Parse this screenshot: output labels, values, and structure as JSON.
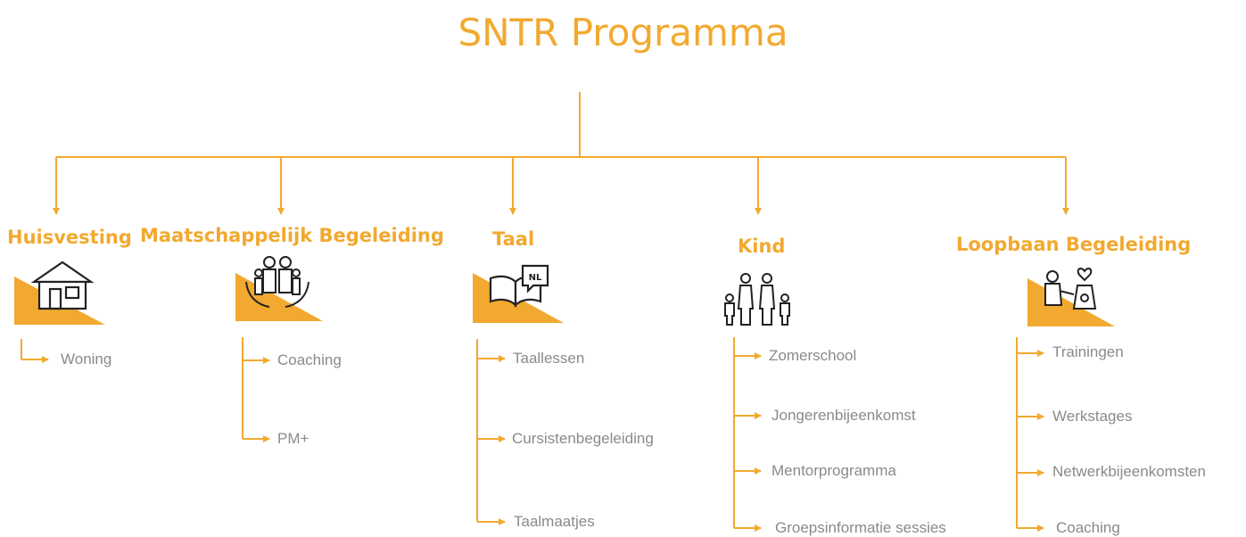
{
  "title": "SNTR Programma",
  "colors": {
    "accent": "#f2a92f",
    "text": "#8a8a8a",
    "icon": "#222222"
  },
  "columns": [
    {
      "heading": "Huisvesting",
      "icon": "house-icon",
      "items": [
        "Woning"
      ]
    },
    {
      "heading": "Maatschappelijk Begeleiding",
      "icon": "family-hands-icon",
      "items": [
        "Coaching",
        "PM+"
      ]
    },
    {
      "heading": "Taal",
      "icon": "book-speech-nl-icon",
      "badge": "NL",
      "items": [
        "Taallessen",
        "Cursistenbegeleiding",
        "Taalmaatjes"
      ]
    },
    {
      "heading": "Kind",
      "icon": "family-children-icon",
      "items": [
        "Zomerschool",
        "Jongerenbijeenkomst",
        "Mentorprogramma",
        "Groepsinformatie sessies"
      ]
    },
    {
      "heading": "Loopbaan Begeleiding",
      "icon": "career-support-icon",
      "items": [
        "Trainingen",
        "Werkstages",
        "Netwerkbijeenkomsten",
        "Coaching"
      ]
    }
  ]
}
